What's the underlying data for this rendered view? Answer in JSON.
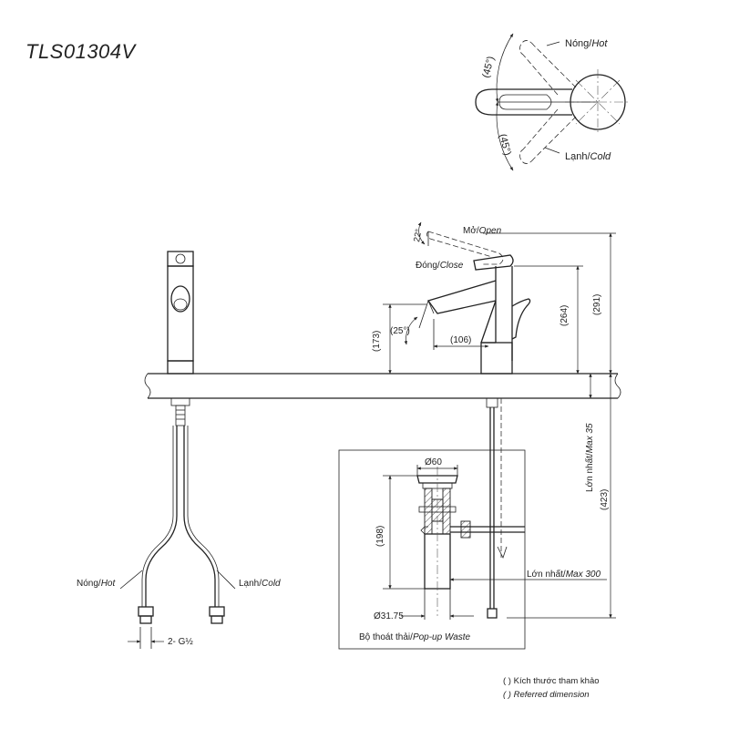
{
  "model": "TLS01304V",
  "top_view": {
    "hot_vi": "Nóng/",
    "hot_en": "Hot",
    "cold_vi": "Lạnh/",
    "cold_en": "Cold",
    "angle_top": "(45°)",
    "angle_bottom": "(45°)"
  },
  "side_view": {
    "open_vi": "Mở/",
    "open_en": "Open",
    "close_vi": "Đóng/",
    "close_en": "Close",
    "angle_lever": "22°",
    "angle_spout": "(25°)",
    "dim_spout_height": "(173)",
    "dim_reach": "(106)",
    "dim_264": "(264)",
    "dim_291": "(291)",
    "max35": "Lớn nhất/",
    "max35_en": "Max 35",
    "dim_423": "(423)"
  },
  "front_view": {
    "hot_vi": "Nóng/",
    "hot_en": "Hot",
    "cold_vi": "Lạnh/",
    "cold_en": "Cold",
    "thread": "2- G½"
  },
  "waste": {
    "dia_top": "Ø60",
    "dia_bottom": "Ø31.75",
    "dim_198": "(198)",
    "max300": "Lớn nhất/",
    "max300_en": "Max 300",
    "caption_vi": "Bộ thoát thải/",
    "caption_en": "Pop-up Waste"
  },
  "notes": {
    "line1": "(  ) Kích thước tham khảo",
    "line2": "(  ) Referred dimension"
  }
}
